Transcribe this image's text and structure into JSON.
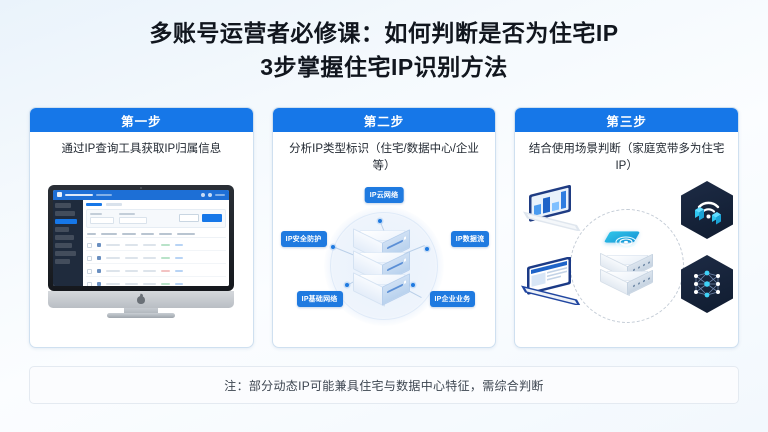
{
  "title": {
    "line1": "多账号运营者必修课：如何判断是否为住宅IP",
    "line2": "3步掌握住宅IP识别方法"
  },
  "colors": {
    "accent": "#1677e8",
    "header_text": "#ffffff",
    "title_text": "#11161e",
    "card_bg": "#ffffff",
    "card_border": "#cfe0f0",
    "tag_blue": "#1f7ae0",
    "hex_dark": "#16233a",
    "cyan": "#2ec4e8",
    "page_bg": "#eaf3fb"
  },
  "cards": [
    {
      "step_label": "第一步",
      "description": "通过IP查询工具获取IP归属信息",
      "illustration": "imac-admin-dashboard"
    },
    {
      "step_label": "第二步",
      "description": "分析IP类型标识（住宅/数据中心/企业等）",
      "illustration": "server-stack-tags",
      "tags": [
        {
          "text": "IP云网络",
          "position": "top"
        },
        {
          "text": "IP安全防护",
          "position": "left"
        },
        {
          "text": "IP数据流",
          "position": "right"
        },
        {
          "text": "IP基础网络",
          "position": "bottom-left"
        },
        {
          "text": "IP企业业务",
          "position": "bottom-right"
        }
      ]
    },
    {
      "step_label": "第三步",
      "description": "结合使用场景判断（家庭宽带多为住宅IP）",
      "illustration": "devices-network-ring",
      "elements": [
        {
          "name": "laptop-chart",
          "position": "top-left"
        },
        {
          "name": "laptop-document",
          "position": "bottom-left"
        },
        {
          "name": "wifi-hex-badge",
          "position": "top-right"
        },
        {
          "name": "neural-network-hex-badge",
          "position": "bottom-right"
        },
        {
          "name": "central-router",
          "position": "center"
        }
      ]
    }
  ],
  "note": "注：部分动态IP可能兼具住宅与数据中心特征，需综合判断"
}
